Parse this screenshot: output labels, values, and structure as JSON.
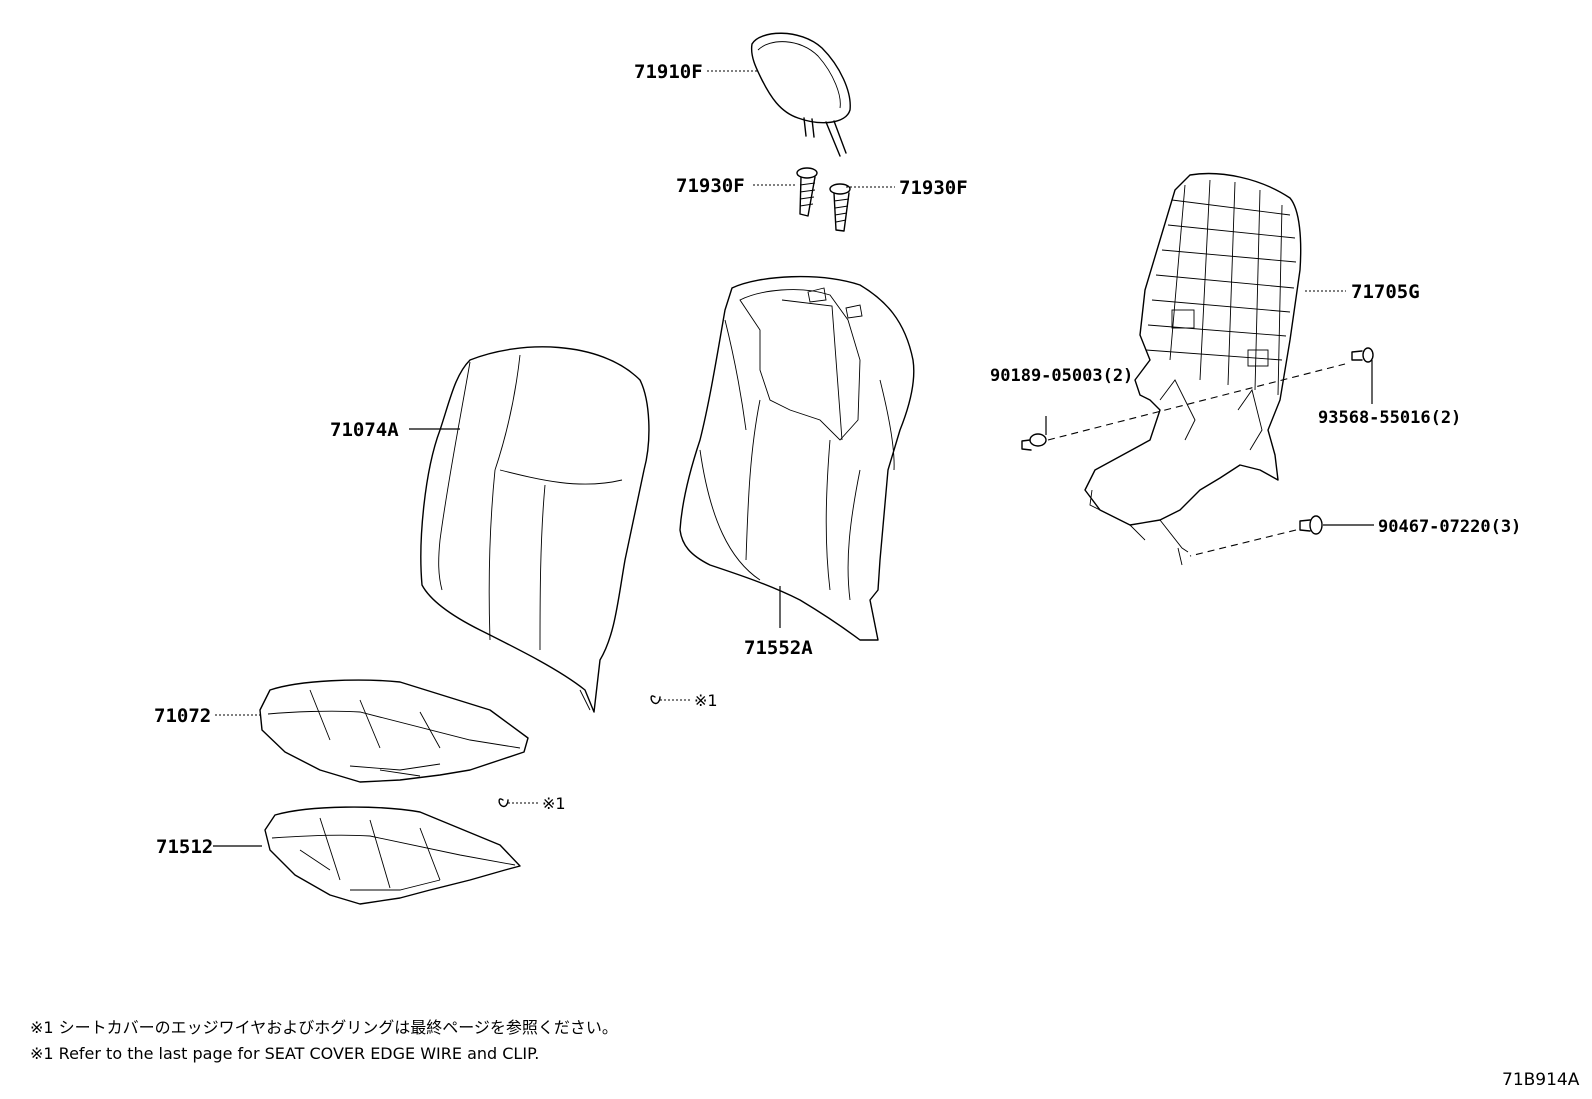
{
  "parts": {
    "headrest": "71910F",
    "guide_left": "71930F",
    "guide_right": "71930F",
    "back_cover": "71074A",
    "back_pad": "71552A",
    "back_board": "71705G",
    "clip_left": "90189-05003(2)",
    "screw_right": "93568-55016(2)",
    "clip_bottom": "90467-07220(3)",
    "cushion_cover": "71072",
    "cushion_pad": "71512"
  },
  "refs": {
    "ref_upper": "※1",
    "ref_lower": "※1"
  },
  "notes": {
    "jp": "※1 シートカバーのエッジワイヤおよびホグリングは最終ページを参照ください。",
    "en": "※1 Refer to the last page for SEAT COVER EDGE WIRE and CLIP."
  },
  "diagram_code": "71B914A"
}
